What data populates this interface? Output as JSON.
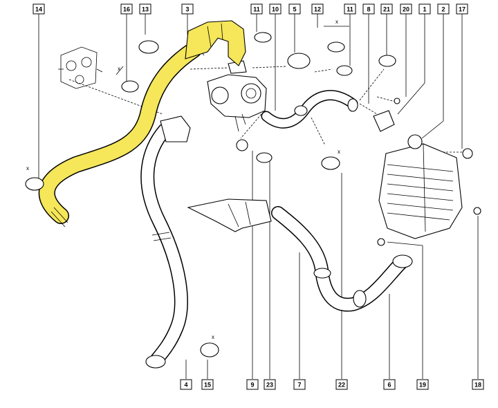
{
  "highlight_color": "#f5e65a",
  "callouts_top": [
    "14",
    "16",
    "13",
    "3",
    "11",
    "10",
    "5",
    "12",
    "11",
    "8",
    "21",
    "20",
    "1",
    "2",
    "17"
  ],
  "callouts_bottom": [
    "4",
    "15",
    "9",
    "23",
    "7",
    "22",
    "6",
    "19",
    "18"
  ],
  "dimension_mark": "x"
}
